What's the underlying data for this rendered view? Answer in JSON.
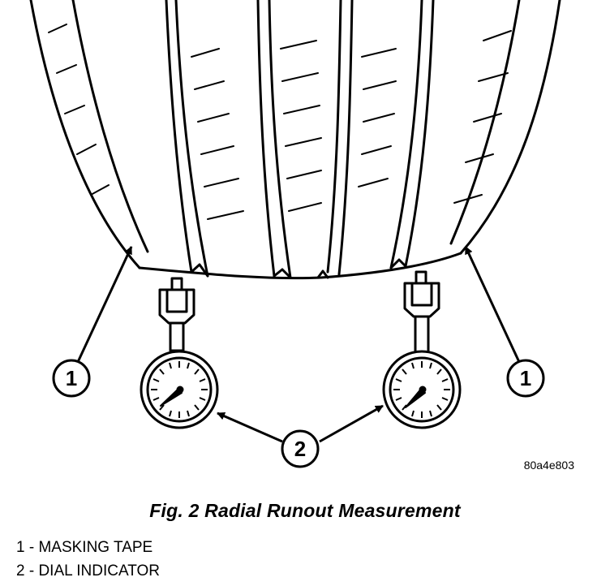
{
  "figure": {
    "code": "80a4e803",
    "caption": "Fig. 2 Radial Runout Measurement"
  },
  "callouts": {
    "masking_tape": "1",
    "dial_indicator": "2"
  },
  "legend": [
    {
      "text": "1 - MASKING TAPE"
    },
    {
      "text": "2 - DIAL INDICATOR"
    }
  ]
}
